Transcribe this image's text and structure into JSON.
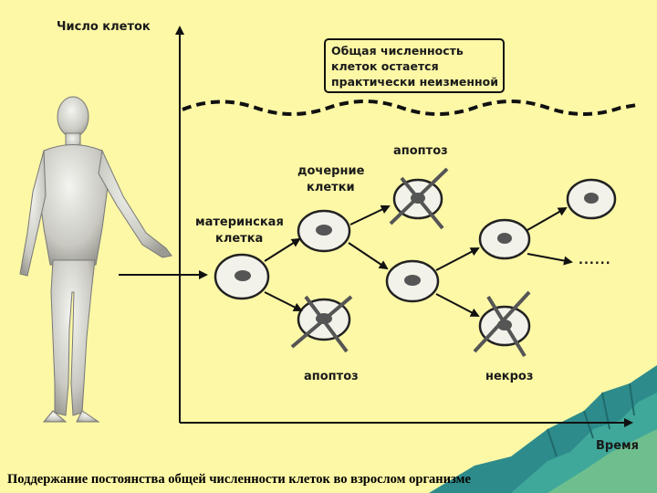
{
  "diagram": {
    "y_axis_label": "Число клеток",
    "x_axis_label": "Время",
    "note_lines": [
      "Общая численность",
      "клеток остается",
      "практически неизменной"
    ],
    "labels": {
      "mother_cell": [
        "материнская",
        "клетка"
      ],
      "daughter_cells": [
        "дочерние",
        "клетки"
      ],
      "apoptosis_top": "апоптоз",
      "apoptosis_bottom": "апоптоз",
      "necrosis": "некроз",
      "continuation": "......"
    }
  },
  "caption": "Поддержание постоянства общей численности клеток во взрослом организме",
  "colors": {
    "background": "#fdf8a6",
    "cell_fill": "#f2f2ea",
    "nucleus": "#555555",
    "terrain": "#2e8b8b"
  }
}
